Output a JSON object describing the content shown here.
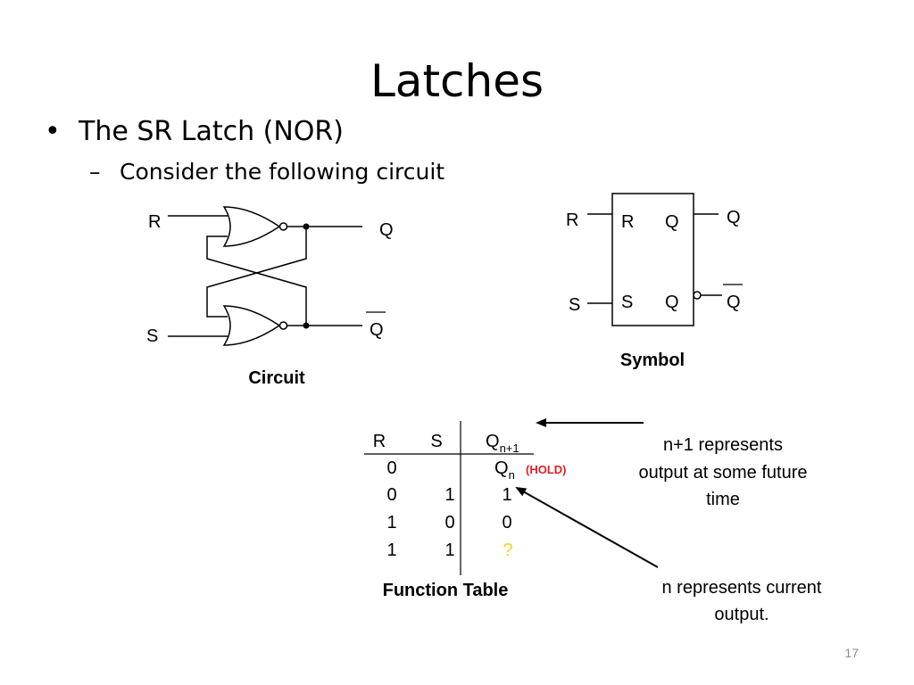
{
  "slide": {
    "title": "Latches",
    "bullet": "The SR Latch (NOR)",
    "sub_bullet": "Consider the following circuit",
    "bullet_marker": "•",
    "sub_bullet_marker": "–",
    "page_number": "17"
  },
  "circuit": {
    "input_r": "R",
    "input_s": "S",
    "output_q": "Q",
    "output_qbar": "Q",
    "caption": "Circuit"
  },
  "symbol": {
    "outer_r": "R",
    "outer_s": "S",
    "inner_r": "R",
    "inner_s": "S",
    "inner_q_top": "Q",
    "inner_q_bottom": "Q",
    "out_q": "Q",
    "out_qbar": "Q",
    "caption": "Symbol"
  },
  "function_table": {
    "headers": {
      "r": "R",
      "s": "S",
      "q": "Q",
      "q_sub": "n+1"
    },
    "rows": [
      {
        "r": "0",
        "s": "",
        "q": "Q",
        "q_sub": "n",
        "note": "(HOLD)"
      },
      {
        "r": "0",
        "s": "1",
        "q": "1"
      },
      {
        "r": "1",
        "s": "0",
        "q": "0"
      },
      {
        "r": "1",
        "s": "1",
        "q": "?"
      }
    ],
    "caption": "Function Table"
  },
  "annotations": {
    "future_line1": "n+1 represents",
    "future_line2": "output at some future",
    "future_line3": "time",
    "current_line1": "n represents current",
    "current_line2": "output."
  },
  "colors": {
    "hold_note": "#e0202a",
    "question_mark": "#f2d21b"
  }
}
